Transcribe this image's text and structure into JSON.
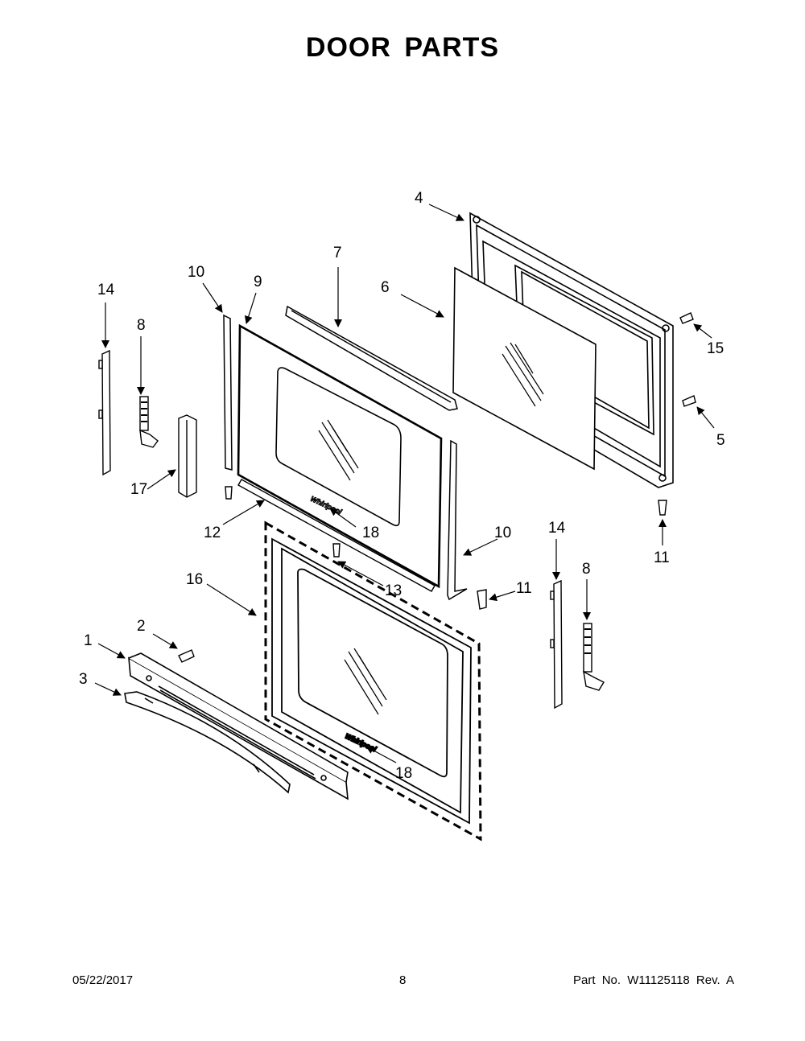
{
  "title": "DOOR PARTS",
  "footer": {
    "date": "05/22/2017",
    "page": "8",
    "part": "Part No.  W11125118  Rev.  A"
  },
  "callouts": [
    "1",
    "2",
    "3",
    "4",
    "5",
    "6",
    "7",
    "8",
    "8",
    "9",
    "10",
    "10",
    "11",
    "11",
    "12",
    "13",
    "14",
    "14",
    "15",
    "16",
    "17",
    "18",
    "18"
  ]
}
